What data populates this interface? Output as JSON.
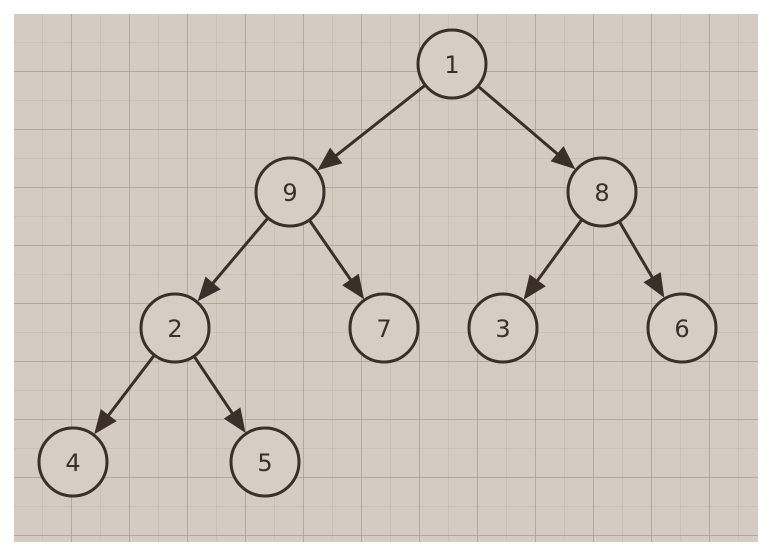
{
  "tree": {
    "nodes": [
      {
        "id": "n1",
        "label": "1"
      },
      {
        "id": "n9",
        "label": "9"
      },
      {
        "id": "n8",
        "label": "8"
      },
      {
        "id": "n2",
        "label": "2"
      },
      {
        "id": "n7",
        "label": "7"
      },
      {
        "id": "n3",
        "label": "3"
      },
      {
        "id": "n6",
        "label": "6"
      },
      {
        "id": "n4",
        "label": "4"
      },
      {
        "id": "n5",
        "label": "5"
      }
    ],
    "edges": [
      {
        "from": "n1",
        "to": "n9"
      },
      {
        "from": "n1",
        "to": "n8"
      },
      {
        "from": "n9",
        "to": "n2"
      },
      {
        "from": "n9",
        "to": "n7"
      },
      {
        "from": "n8",
        "to": "n3"
      },
      {
        "from": "n8",
        "to": "n6"
      },
      {
        "from": "n2",
        "to": "n4"
      },
      {
        "from": "n2",
        "to": "n5"
      }
    ]
  },
  "colors": {
    "background": "#d4cbc2",
    "grid": "#a09488",
    "stroke": "#3a2f29",
    "node_fill": "#d6cdc4"
  }
}
